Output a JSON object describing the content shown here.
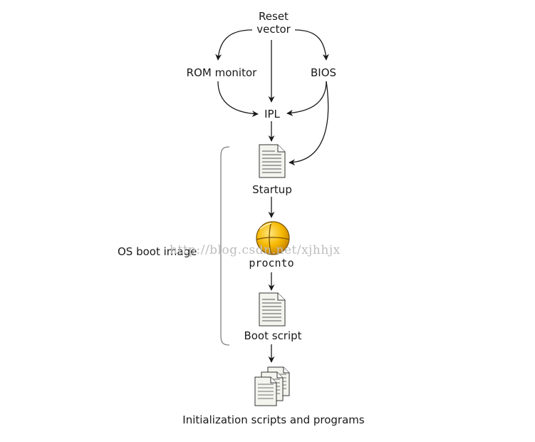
{
  "nodes": {
    "reset_vector": [
      "Reset",
      "vector"
    ],
    "rom_monitor": "ROM monitor",
    "bios": "BIOS",
    "ipl": "IPL",
    "startup": "Startup",
    "procnto": "procnto",
    "boot_script": "Boot script",
    "init_programs": "Initialization scripts and programs"
  },
  "bracket_label": "OS boot image",
  "watermark": "http://blog.csdn.net/xjhhjx",
  "colors": {
    "line": "#1a1a1a",
    "doc_fill": "#f4f4ee",
    "doc_lines": "#8a8a8a",
    "kernel_fill": "#f5b800",
    "kernel_shadow": "#c98600",
    "bracket": "#7f7f7f",
    "watermark": "#bdbdbd"
  },
  "icons": {
    "startup": "document-icon",
    "procnto": "kernel-sphere-icon",
    "boot_script": "document-icon",
    "init_programs": "stacked-documents-icon"
  }
}
